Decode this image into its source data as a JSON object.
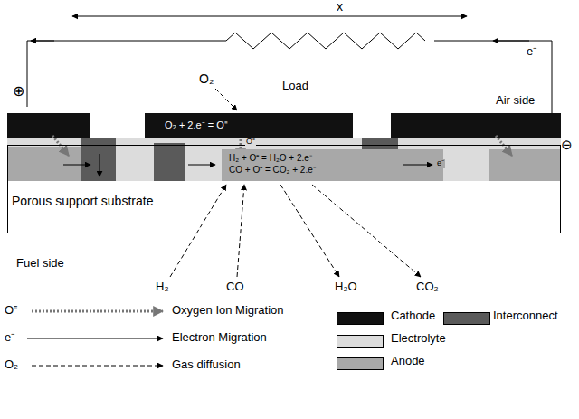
{
  "diagram": {
    "nodes": [
      {
        "text": [
          "O₂ + 2.e⁻ = O⁼"
        ]
      },
      {
        "text": [
          "H₂ + O⁼ = H₂O + 2.e⁻",
          "CO + O⁼ = CO₂ + 2.e⁻"
        ]
      },
      {
        "text": [
          "Porous support substrate"
        ]
      }
    ],
    "labels": [
      "x",
      "e⁻",
      "O₂",
      "Load",
      "⊕",
      "Air side",
      "⊖",
      "O⁼",
      "e⁻",
      "Fuel side",
      "H₂",
      "CO",
      "H₂O",
      "CO₂",
      "O⁼",
      "e⁻",
      "O₂"
    ],
    "legend": [
      {
        "text": "Oxygen Ion Migration"
      },
      {
        "text": "Electron Migration"
      },
      {
        "text": "Gas diffusion"
      },
      {
        "text": "Cathode",
        "color": "#111111"
      },
      {
        "text": "Interconnect",
        "color": "#5a5a5a"
      },
      {
        "text": "Electrolyte",
        "color": "#dcdcdc"
      },
      {
        "text": "Anode",
        "color": "#a8a8a8"
      }
    ]
  }
}
